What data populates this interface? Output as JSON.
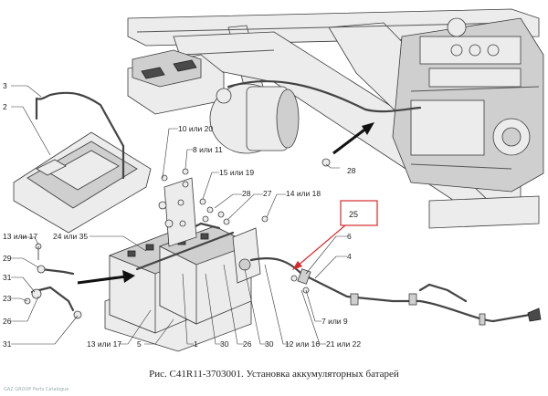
{
  "caption": "Рис. С41R11-3703001. Установка аккумуляторных батарей",
  "watermark": "GAZ GROUP Parts Catalogue",
  "highlight_color": "#d62b2b",
  "callouts": {
    "c1": "1",
    "c2": "2",
    "c3": "3",
    "c4": "4",
    "c5": "5",
    "c6": "6",
    "c7": "7 или 9",
    "c8": "8 или 11",
    "c10": "10 или 20",
    "c13a": "13 или 17",
    "c13b": "13 или 17",
    "c14": "14 или 18",
    "c15": "15 или 19",
    "c21": "21 или 22",
    "c23": "23",
    "c24": "24 или 35",
    "c25": "25",
    "c26a": "26",
    "c26b": "26",
    "c27": "27",
    "c28a": "28",
    "c28b": "28",
    "c29": "29",
    "c30a": "30",
    "c30b": "30",
    "c31a": "31",
    "c31b": "31",
    "c12": "12 или 16"
  }
}
